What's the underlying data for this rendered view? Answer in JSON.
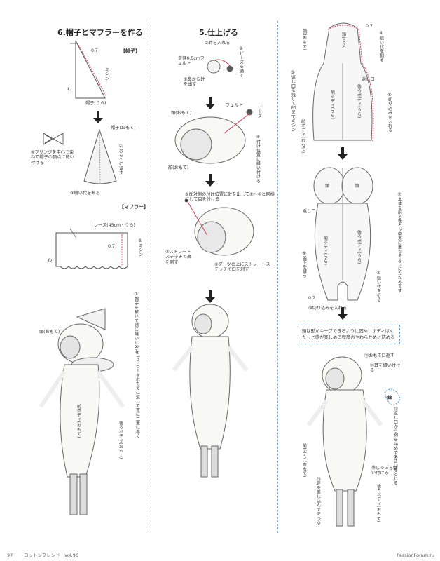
{
  "sec6": {
    "title": "6.帽子とマフラーを作る",
    "hat_label": "【帽子】",
    "hat_back": "帽子(うら)",
    "wa": "わ",
    "dim": "0.7",
    "machine": "ミシン",
    "hat_front": "帽子(おもて)",
    "step2": "②おもてに返す",
    "step3": "③縫い代を割る",
    "step4": "④フリンジを中心で束ねて帽子の頂点に縫い付ける",
    "muffler_label": "【マフラー】",
    "lace": "レース(45cm・うら)",
    "step5": "⑤ミシン",
    "step7": "⑦帽子を被せて頭に縫い止める",
    "head_front": "頭(おもて)",
    "step6": "⑥マフラーをおもてに返して首に二重に巻く",
    "front_body": "前ボディ(おもて)",
    "back_body": "後ろボディ(おもて)"
  },
  "sec5": {
    "title": "5.仕上げる",
    "step3": "③針を入れる",
    "felt_dia": "直径0.5cmフェルト",
    "bead_thru": "②ビーズを通す",
    "step1": "①鼻から針を出す",
    "felt": "フェルト",
    "beads": "ビーズ",
    "head": "頭(おもて)",
    "step4": "④付け位置に縫い付ける",
    "face": "顔(おもて)",
    "step5": "⑤反対側の付け位置に針を出して①〜④と同様にして目を付ける",
    "step7": "⑦ストレートステッチで鼻を刺す",
    "step6": "⑥ダーツの上にストレートステッチで口を刺す"
  },
  "sec3": {
    "face": "顔(おもて)",
    "head_u": "頭(うら)",
    "dim": "0.7",
    "step4": "④縫い代を割る",
    "step5": "⑤返し口を残して印までミシン",
    "kaeshi": "返し口",
    "back_body_u": "後ろボディ(うら)",
    "front_body_u": "前ボディ(うら)",
    "step6": "⑥切り込みを入れる",
    "front_body_o": "前ボディ(おもて)",
    "head": "頭",
    "step7": "⑦本体を前と後ろが中表に重なるようにたたみ直す",
    "step9": "⑨股下を縫う",
    "step8": "⑧縫い代を折る",
    "step10": "⑩切り込みを入れる",
    "note": "頭は形がキープできるように固め、ボディはくたっと感が楽しめる程度のやわらかめに詰める",
    "step11": "⑪おもてに返す",
    "step14": "⑭耳を縫い付ける",
    "wata": "綿",
    "step12": "⑫返し口から綿を詰めてあき口をとじる",
    "step15": "⑮しっぽを縫い付ける",
    "step13": "⑬足を差し込んでまつる"
  },
  "footer": {
    "page": "97",
    "magazine": "コットンフレンド",
    "vol": "vol.96",
    "site": "PassionForum.ru"
  }
}
